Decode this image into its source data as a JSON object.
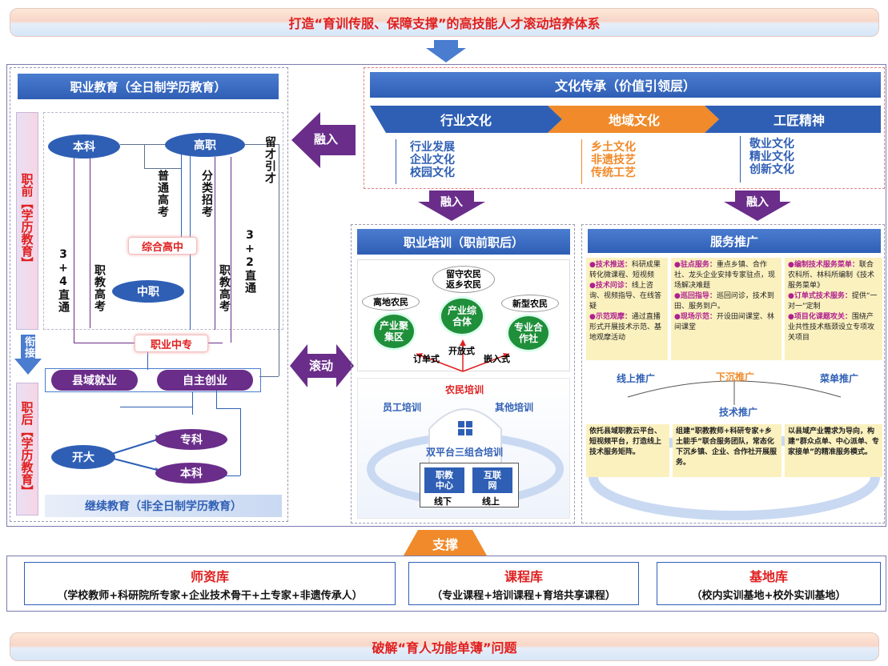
{
  "top_title": "打造“育训传服、保障支撑”的高技能人才滚动培养体系",
  "bottom_title": "破解“育人功能单薄”问题",
  "left": {
    "header": "职业教育（全日制学历教育）",
    "side_pre": "职前【学历教育】",
    "side_link": "衔接",
    "side_post": "职后【学历教育】",
    "benke": "本科",
    "gaozhi": "高职",
    "zonghe": "综合高中",
    "zhongzhi": "中职",
    "zhiyezhongzhuan": "职业中专",
    "putong": "普通高考",
    "fenlei": "分类招考",
    "liucai": "留才引才",
    "san4": "3+4直通",
    "zhijiao1": "职教高考",
    "zhijiao2": "职教高考",
    "san2": "3+2直通",
    "xianyu": "县域就业",
    "zizhu": "自主创业",
    "kaida": "开大",
    "zhuanke": "专科",
    "benke2": "本科",
    "footer": "继续教育（非全日制学历教育）"
  },
  "culture": {
    "header": "文化传承（价值引领层）",
    "tabs": [
      "行业文化",
      "地域文化",
      "工匠精神"
    ],
    "col1": [
      "行业发展",
      "企业文化",
      "校园文化"
    ],
    "col2": [
      "乡土文化",
      "非遗技艺",
      "传统工艺"
    ],
    "col3": [
      "敬业文化",
      "精业文化",
      "创新文化"
    ]
  },
  "arrows": {
    "rongru": "融入",
    "gundong": "滚动",
    "zhicheng": "支撑"
  },
  "training": {
    "header": "职业培训（职前职后）",
    "farmer1": "离地农民",
    "farmer2": "留守农民返乡农民",
    "farmer3": "新型农民",
    "g1": "产业聚集区",
    "g2": "产业综合体",
    "g3": "专业合作社",
    "m1": "订单式",
    "m2": "开放式",
    "m3": "嵌入式",
    "t_top": "农民培训",
    "t_left": "员工培训",
    "t_right": "其他培训",
    "platform": "双平台三组合培训",
    "box1": "职教中心",
    "box2": "互联网",
    "off": "线下",
    "on": "线上"
  },
  "service": {
    "header": "服务推广",
    "c1": [
      [
        "●技术推送：",
        "科研成果转化微课程、短视频"
      ],
      [
        "●技术问诊：",
        "线上咨询、视频指导、在线答疑"
      ],
      [
        "●示范观摩：",
        "通过直播形式开展技术示范、基地观摩活动"
      ]
    ],
    "c2": [
      [
        "●驻点服务：",
        "重点乡镇、合作社、龙头企业安排专家驻点，现场解决难题"
      ],
      [
        "●巡回指导：",
        "巡回问诊，技术到田、服务到户。"
      ],
      [
        "●现场示范：",
        "开设田间课堂、林间课堂"
      ]
    ],
    "c3": [
      [
        "●编制技术服务菜单：",
        "联合农科所、林科所编制《技术服务菜单》"
      ],
      [
        "●订单式技术服务：",
        "提供“一对一”定制"
      ],
      [
        "●项目化课题攻关：",
        "围绕产业共性技术瓶颈设立专项攻关项目"
      ]
    ],
    "p1": "线上推广",
    "p2": "下沉推广",
    "p3": "菜单推广",
    "center": "技术推广",
    "d1": "依托县域职教云平台、短视频平台，打造线上技术服务矩阵。",
    "d2": "组建“职教教师+科研专家+乡土能手”联合服务团队，常态化下沉乡镇、企业、合作社开展服务。",
    "d3": "以县域产业需求为导向，构建“群众点单、中心派单、专家接单”的精准服务模式。"
  },
  "libs": [
    {
      "title": "师资库",
      "desc": "（学校教师+科研院所专家+企业技术骨干+土专家+非遗传承人）"
    },
    {
      "title": "课程库",
      "desc": "（专业课程+培训课程+育培共享课程）"
    },
    {
      "title": "基地库",
      "desc": "（校内实训基地+校外实训基地）"
    }
  ]
}
